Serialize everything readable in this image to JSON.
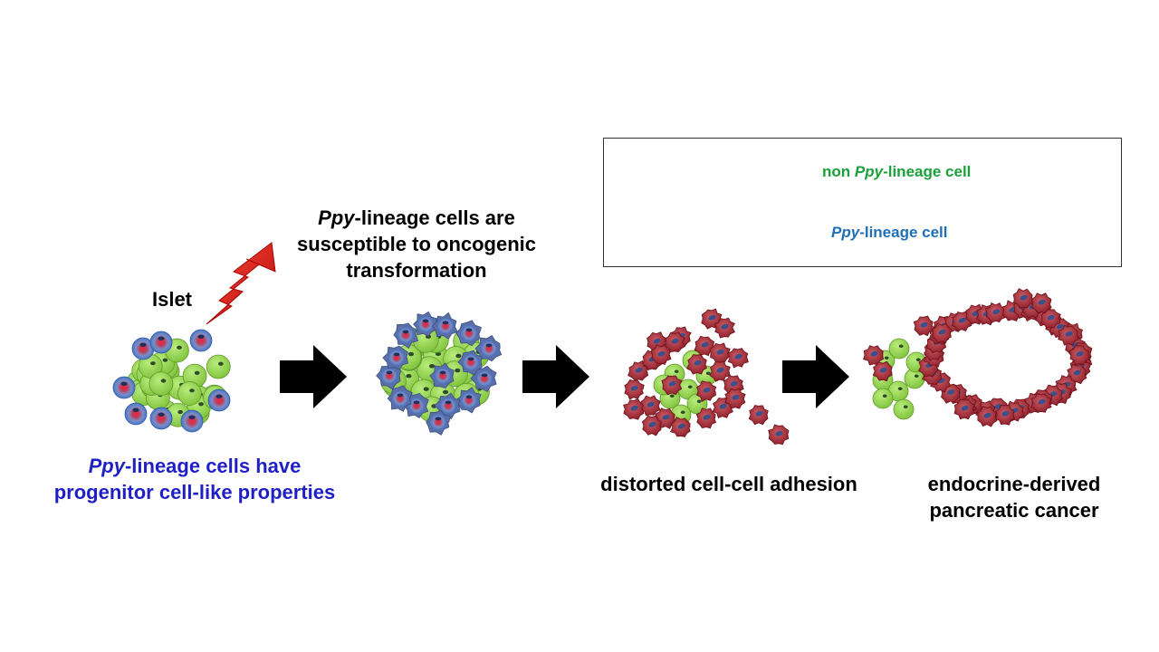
{
  "labels": {
    "islet": "Islet",
    "susceptible_line1_em": "Ppy",
    "susceptible_line1_rest": "-lineage cells are",
    "susceptible_line2": "susceptible to oncogenic",
    "susceptible_line3": "transformation",
    "progenitor_line1_em": "Ppy",
    "progenitor_line1_rest": "-lineage cells have",
    "progenitor_line2": "progenitor cell-like properties",
    "adhesion": "distorted cell-cell adhesion",
    "cancer_line1": "endocrine-derived",
    "cancer_line2": "pancreatic cancer"
  },
  "legend": {
    "non_prefix": "non ",
    "non_em": "Ppy",
    "non_suffix": "-lineage cell",
    "ppy_em": "Ppy",
    "ppy_suffix": "-lineage cell"
  },
  "colors": {
    "green_cell": "#8fd24a",
    "green_cell_edge": "#5f9a2a",
    "blue_cell": "#3f74c6",
    "red_nucleus": "#e3263a",
    "tumor_cell": "#b8323c",
    "tumor_nucleus": "#3b4f8a",
    "progenitor_text": "#1f1fc6",
    "legend_non_text": "#1aa13a",
    "legend_ppy_text": "#1f6fb5",
    "lightning": "#d81818",
    "arrow": "#000000"
  },
  "icons": [
    "lightning-bolt-icon",
    "right-arrow-icon"
  ]
}
